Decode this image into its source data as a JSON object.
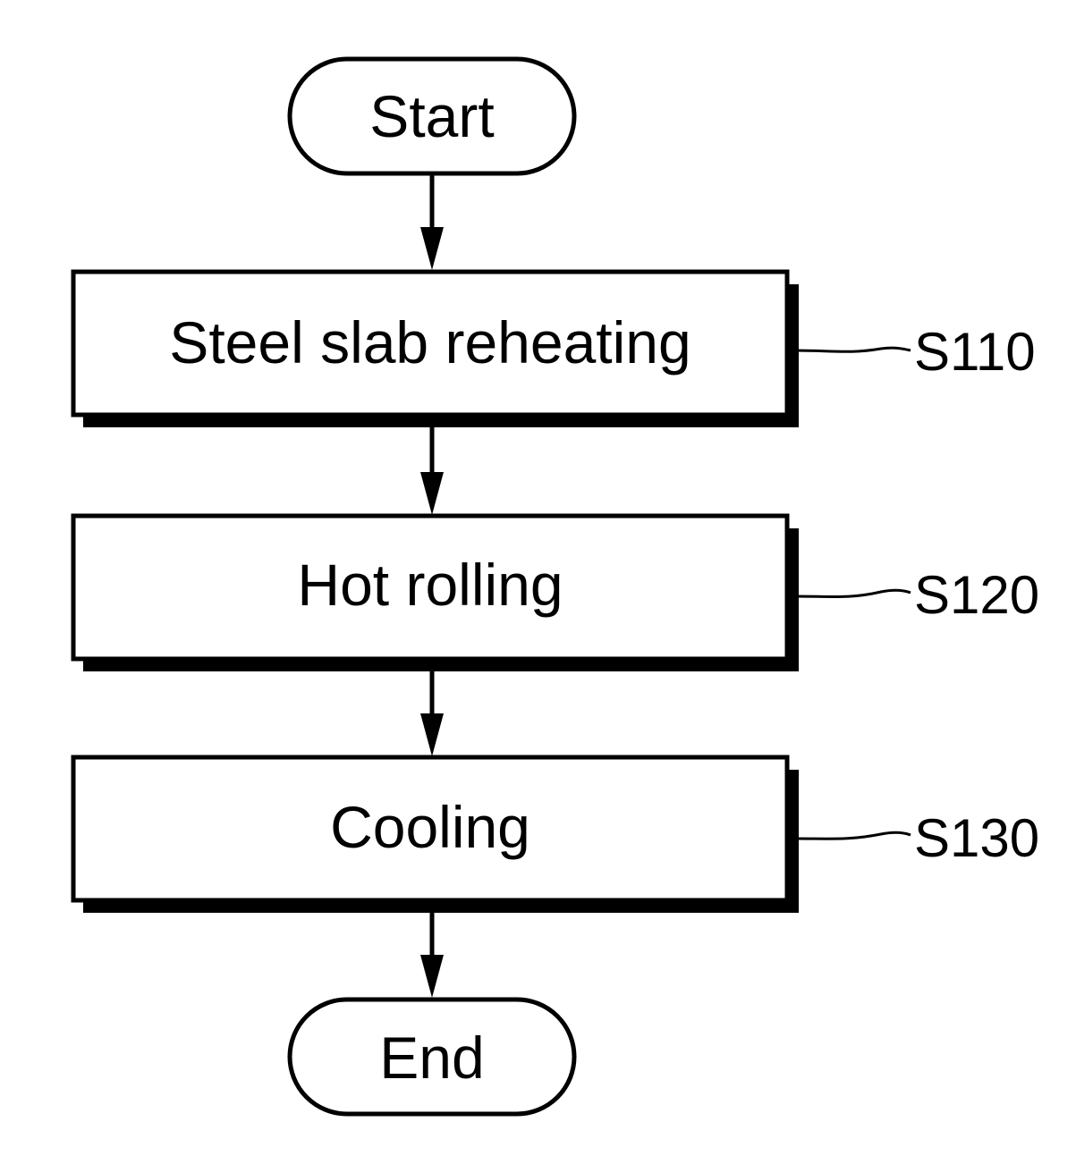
{
  "flowchart": {
    "start": "Start",
    "steps": [
      {
        "text": "Steel slab reheating",
        "label": "S110"
      },
      {
        "text": "Hot rolling",
        "label": "S120"
      },
      {
        "text": "Cooling",
        "label": "S130"
      }
    ],
    "end": "End"
  }
}
